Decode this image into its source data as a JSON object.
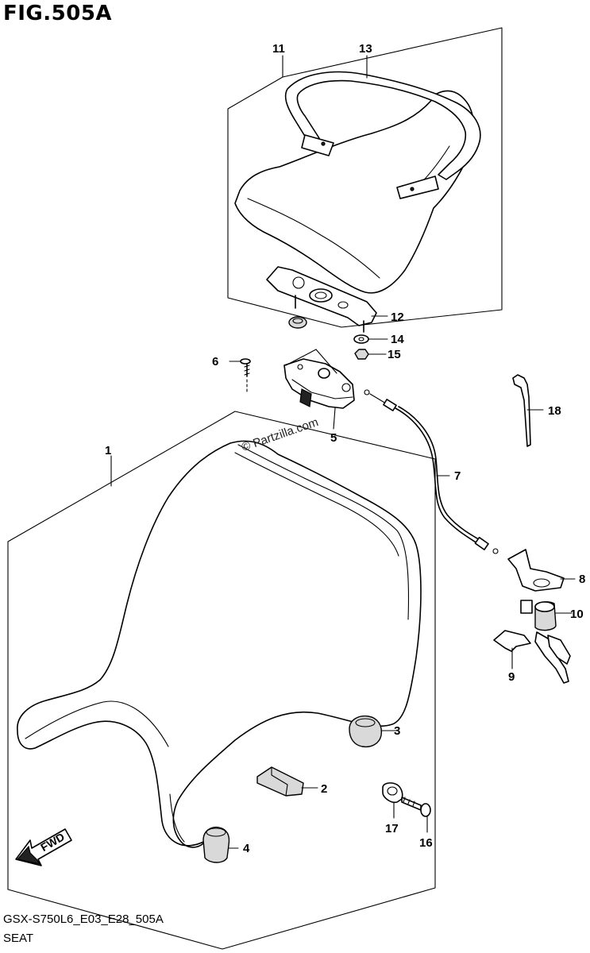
{
  "figure_title": "FIG.505A",
  "footer_code": "GSX-S750L6_E03_E28_505A",
  "footer_name": "SEAT",
  "watermark": "© Partzilla.com",
  "fwd_label": "FWD",
  "callouts": {
    "p1": "1",
    "p2": "2",
    "p3": "3",
    "p4": "4",
    "p5": "5",
    "p6": "6",
    "p7": "7",
    "p8": "8",
    "p9": "9",
    "p10": "10",
    "p11": "11",
    "p12": "12",
    "p13": "13",
    "p14": "14",
    "p15": "15",
    "p16": "16",
    "p17": "17",
    "p18": "18"
  }
}
